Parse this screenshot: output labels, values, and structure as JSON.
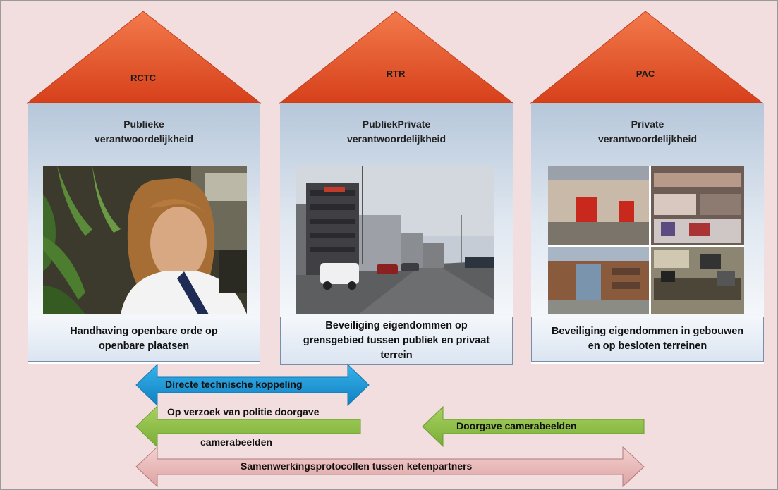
{
  "columns": [
    {
      "roof": "RCTC",
      "heading": [
        "Publieke",
        "verantwoordelijkheid"
      ],
      "description": [
        "Handhaving openbare orde op",
        "openbare plaatsen"
      ],
      "photo": "operator-at-monitor-photo"
    },
    {
      "roof": "RTR",
      "heading": [
        "PubliekPrivate",
        "verantwoordelijkheid"
      ],
      "description": [
        "Beveiliging eigendommen op",
        "grensgebied tussen publiek en privaat",
        "terrein"
      ],
      "photo": "industrial-street-photo"
    },
    {
      "roof": "PAC",
      "heading": [
        "Private",
        "verantwoordelijkheid"
      ],
      "description": [
        "Beveiliging eigendommen in gebouwen",
        "en op besloten terreinen"
      ],
      "photo": "private-premises-collage-photo"
    }
  ],
  "arrows": {
    "technical_link": "Directe technische koppeling",
    "police_request_line1": "Op verzoek van politie doorgave",
    "police_request_line2": "camerabeelden",
    "camera_feed": "Doorgave camerabeelden",
    "cooperation": "Samenwerkingsprotocollen tussen ketenpartners"
  },
  "colors": {
    "background": "#f2dede",
    "roof": "#e8552a",
    "blue_arrow": "#1c9ad6",
    "green_arrow": "#8fbf4a",
    "pink_arrow": "#e9b7b7"
  }
}
